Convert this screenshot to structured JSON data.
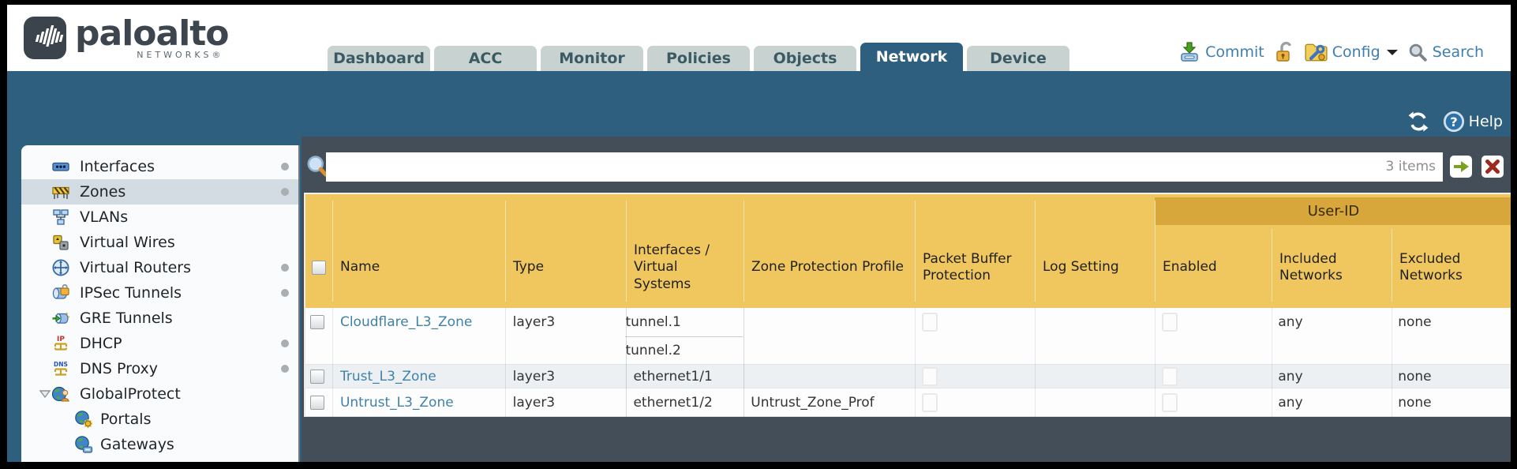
{
  "brand": {
    "name": "paloalto",
    "sub": "NETWORKS®"
  },
  "nav_tabs": {
    "items": [
      "Dashboard",
      "ACC",
      "Monitor",
      "Policies",
      "Objects",
      "Network",
      "Device"
    ],
    "active": "Network"
  },
  "utilities": {
    "commit": "Commit",
    "config": "Config",
    "search": "Search"
  },
  "banner": {
    "help": "Help"
  },
  "sidebar": {
    "items": [
      {
        "label": "Interfaces",
        "icon": "interfaces-icon",
        "dot": true
      },
      {
        "label": "Zones",
        "icon": "zones-icon",
        "dot": true,
        "selected": true
      },
      {
        "label": "VLANs",
        "icon": "vlans-icon"
      },
      {
        "label": "Virtual Wires",
        "icon": "virtual-wires-icon"
      },
      {
        "label": "Virtual Routers",
        "icon": "virtual-routers-icon",
        "dot": true
      },
      {
        "label": "IPSec Tunnels",
        "icon": "ipsec-tunnels-icon",
        "dot": true
      },
      {
        "label": "GRE Tunnels",
        "icon": "gre-tunnels-icon"
      },
      {
        "label": "DHCP",
        "icon": "dhcp-icon",
        "dot": true
      },
      {
        "label": "DNS Proxy",
        "icon": "dns-proxy-icon",
        "dot": true
      },
      {
        "label": "GlobalProtect",
        "icon": "globalprotect-icon",
        "expander": true
      },
      {
        "label": "Portals",
        "icon": "portals-icon",
        "child": true
      },
      {
        "label": "Gateways",
        "icon": "gateways-icon",
        "child": true
      }
    ]
  },
  "toolbar": {
    "filter_value": "",
    "items_count": "3 items"
  },
  "table": {
    "group_header": "User-ID",
    "columns": [
      "Name",
      "Type",
      "Interfaces / Virtual Systems",
      "Zone Protection Profile",
      "Packet Buffer Protection",
      "Log Setting",
      "Enabled",
      "Included Networks",
      "Excluded Networks"
    ],
    "rows": [
      {
        "name": "Cloudflare_L3_Zone",
        "type": "layer3",
        "interfaces": [
          "tunnel.1",
          "tunnel.2"
        ],
        "zone_protection_profile": "",
        "packet_buffer_protection": false,
        "log_setting": "",
        "user_id_enabled": false,
        "included_networks": "any",
        "excluded_networks": "none"
      },
      {
        "name": "Trust_L3_Zone",
        "type": "layer3",
        "interfaces": [
          "ethernet1/1"
        ],
        "zone_protection_profile": "",
        "packet_buffer_protection": false,
        "log_setting": "",
        "user_id_enabled": false,
        "included_networks": "any",
        "excluded_networks": "none"
      },
      {
        "name": "Untrust_L3_Zone",
        "type": "layer3",
        "interfaces": [
          "ethernet1/2"
        ],
        "zone_protection_profile": "Untrust_Zone_Prof",
        "packet_buffer_protection": false,
        "log_setting": "",
        "user_id_enabled": false,
        "included_networks": "any",
        "excluded_networks": "none"
      }
    ]
  },
  "colors": {
    "teal": "#2e5f7e",
    "panel_dark": "#434e59",
    "table_header": "#f0c65e",
    "user_id_band": "#d8a73c",
    "link": "#3f81a8",
    "tab_inactive": "#c8d3d1",
    "go_green": "#7aa21e",
    "clear_red": "#9c2b1d"
  }
}
